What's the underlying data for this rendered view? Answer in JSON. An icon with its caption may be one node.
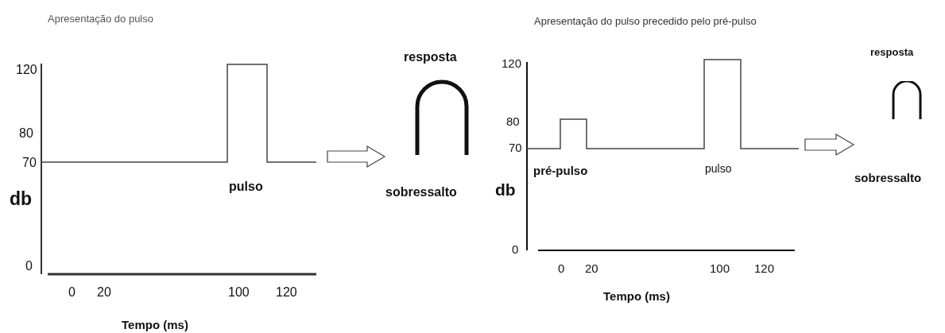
{
  "diagram": {
    "nodes": [
      {
        "text": [],
        "shape": "picture"
      },
      {
        "text": [
          "resposta",
          "sobressalto"
        ]
      },
      {
        "text": [],
        "shape": "picture"
      },
      {
        "text": [
          "resposta",
          "sobressalto"
        ]
      }
    ],
    "edges": [
      {
        "from": 0,
        "to": 1,
        "arrow": "to",
        "style": "thick"
      },
      {
        "from": 2,
        "to": 3,
        "arrow": "to",
        "style": "thick"
      }
    ],
    "labels": [
      "Apresentação do pulso",
      "120",
      "80",
      "70",
      "db",
      "0",
      "pulso",
      "0",
      "20",
      "100",
      "120",
      "Tempo (ms)",
      "Apresentação do pulso precedido pelo pré-pulso",
      "120",
      "80",
      "70",
      "pré-pulso",
      "pulso",
      "db",
      "0",
      "0",
      "20",
      "100",
      "120",
      "Tempo (ms)"
    ]
  }
}
